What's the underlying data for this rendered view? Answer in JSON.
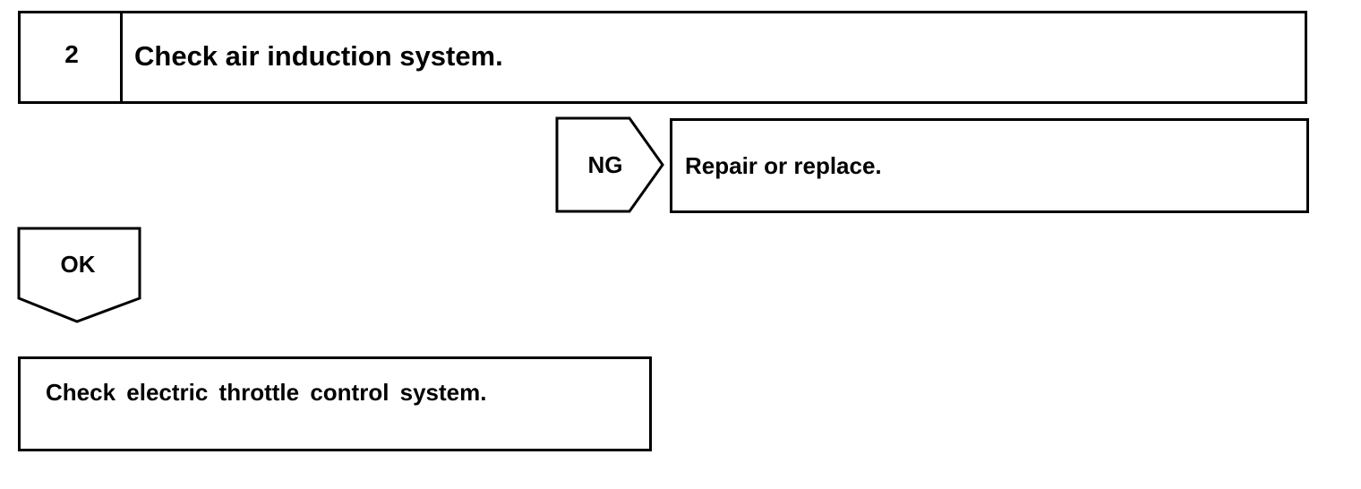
{
  "step": {
    "number": "2",
    "title": "Check air induction system."
  },
  "ng_branch": {
    "label": "NG",
    "result": "Repair or replace."
  },
  "ok_branch": {
    "label": "OK"
  },
  "next_step": {
    "text": "Check electric throttle control system."
  }
}
